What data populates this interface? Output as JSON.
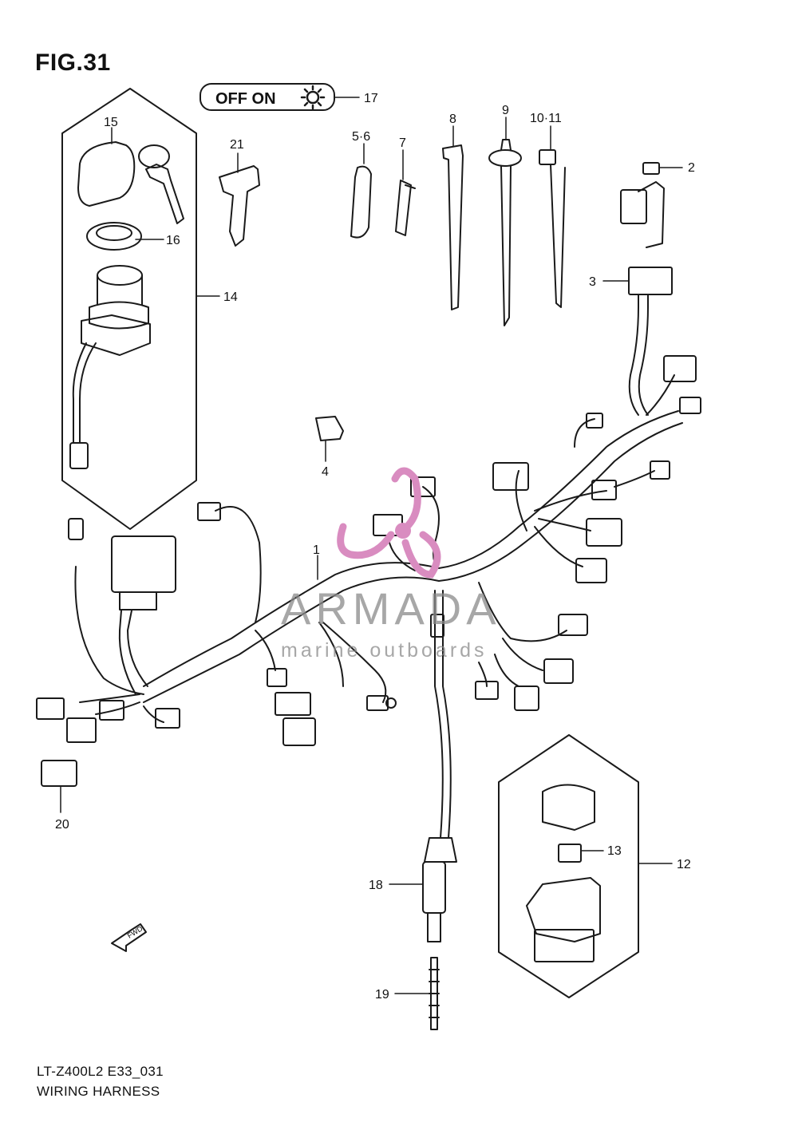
{
  "figure": {
    "title": "FIG.31",
    "model_code": "LT-Z400L2 E33_031",
    "caption": "WIRING HARNESS"
  },
  "switch_label": "OFF ON",
  "callouts": [
    {
      "id": "c1",
      "text": "1"
    },
    {
      "id": "c2",
      "text": "2"
    },
    {
      "id": "c3",
      "text": "3"
    },
    {
      "id": "c4",
      "text": "4"
    },
    {
      "id": "c56",
      "text": "5·6"
    },
    {
      "id": "c7",
      "text": "7"
    },
    {
      "id": "c8",
      "text": "8"
    },
    {
      "id": "c9",
      "text": "9"
    },
    {
      "id": "c1011",
      "text": "10·11"
    },
    {
      "id": "c12",
      "text": "12"
    },
    {
      "id": "c13",
      "text": "13"
    },
    {
      "id": "c14",
      "text": "14"
    },
    {
      "id": "c15",
      "text": "15"
    },
    {
      "id": "c16",
      "text": "16"
    },
    {
      "id": "c17",
      "text": "17"
    },
    {
      "id": "c18",
      "text": "18"
    },
    {
      "id": "c19",
      "text": "19"
    },
    {
      "id": "c20",
      "text": "20"
    },
    {
      "id": "c21",
      "text": "21"
    }
  ],
  "watermark": {
    "brand": "ARMADA",
    "tagline": "marine outboards",
    "color": "#d98cc0"
  },
  "fwd_label": "FWD",
  "colors": {
    "line": "#1a1a1a",
    "background": "#ffffff"
  }
}
